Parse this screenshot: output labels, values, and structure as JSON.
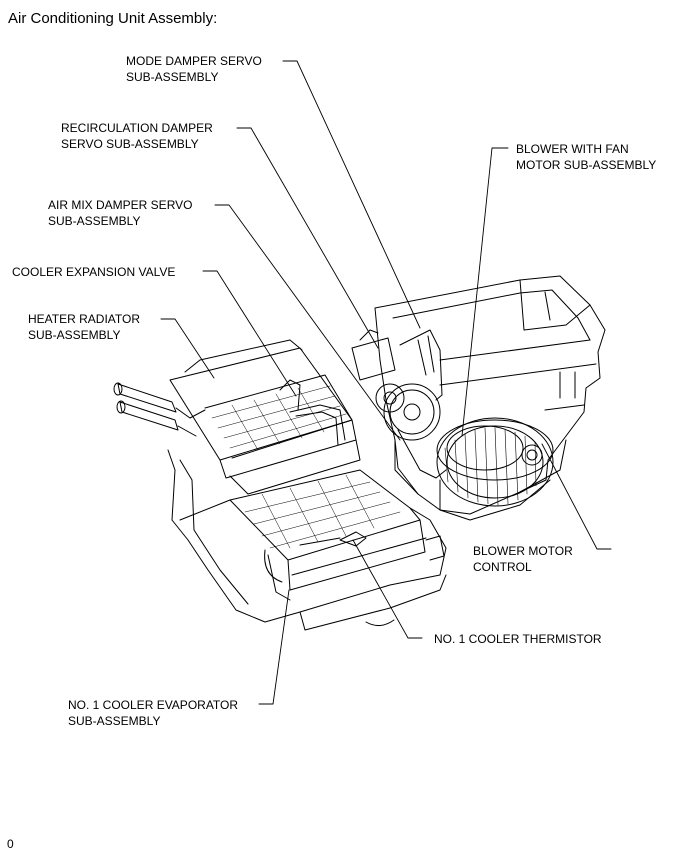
{
  "title": "Air Conditioning Unit Assembly:",
  "labels": {
    "mode_damper": [
      "MODE DAMPER SERVO",
      "SUB-ASSEMBLY"
    ],
    "recirc_damper": [
      "RECIRCULATION DAMPER",
      "SERVO SUB-ASSEMBLY"
    ],
    "air_mix_damper": [
      "AIR MIX DAMPER SERVO",
      "SUB-ASSEMBLY"
    ],
    "cooler_expansion_valve": [
      "COOLER EXPANSION VALVE"
    ],
    "heater_radiator": [
      "HEATER RADIATOR",
      "SUB-ASSEMBLY"
    ],
    "blower_fan_motor": [
      "BLOWER WITH FAN",
      "MOTOR SUB-ASSEMBLY"
    ],
    "blower_motor_control": [
      "BLOWER MOTOR",
      "CONTROL"
    ],
    "cooler_thermistor": [
      "NO. 1 COOLER THERMISTOR"
    ],
    "cooler_evaporator": [
      "NO. 1 COOLER EVAPORATOR",
      "SUB-ASSEMBLY"
    ]
  },
  "footer_code": "0"
}
